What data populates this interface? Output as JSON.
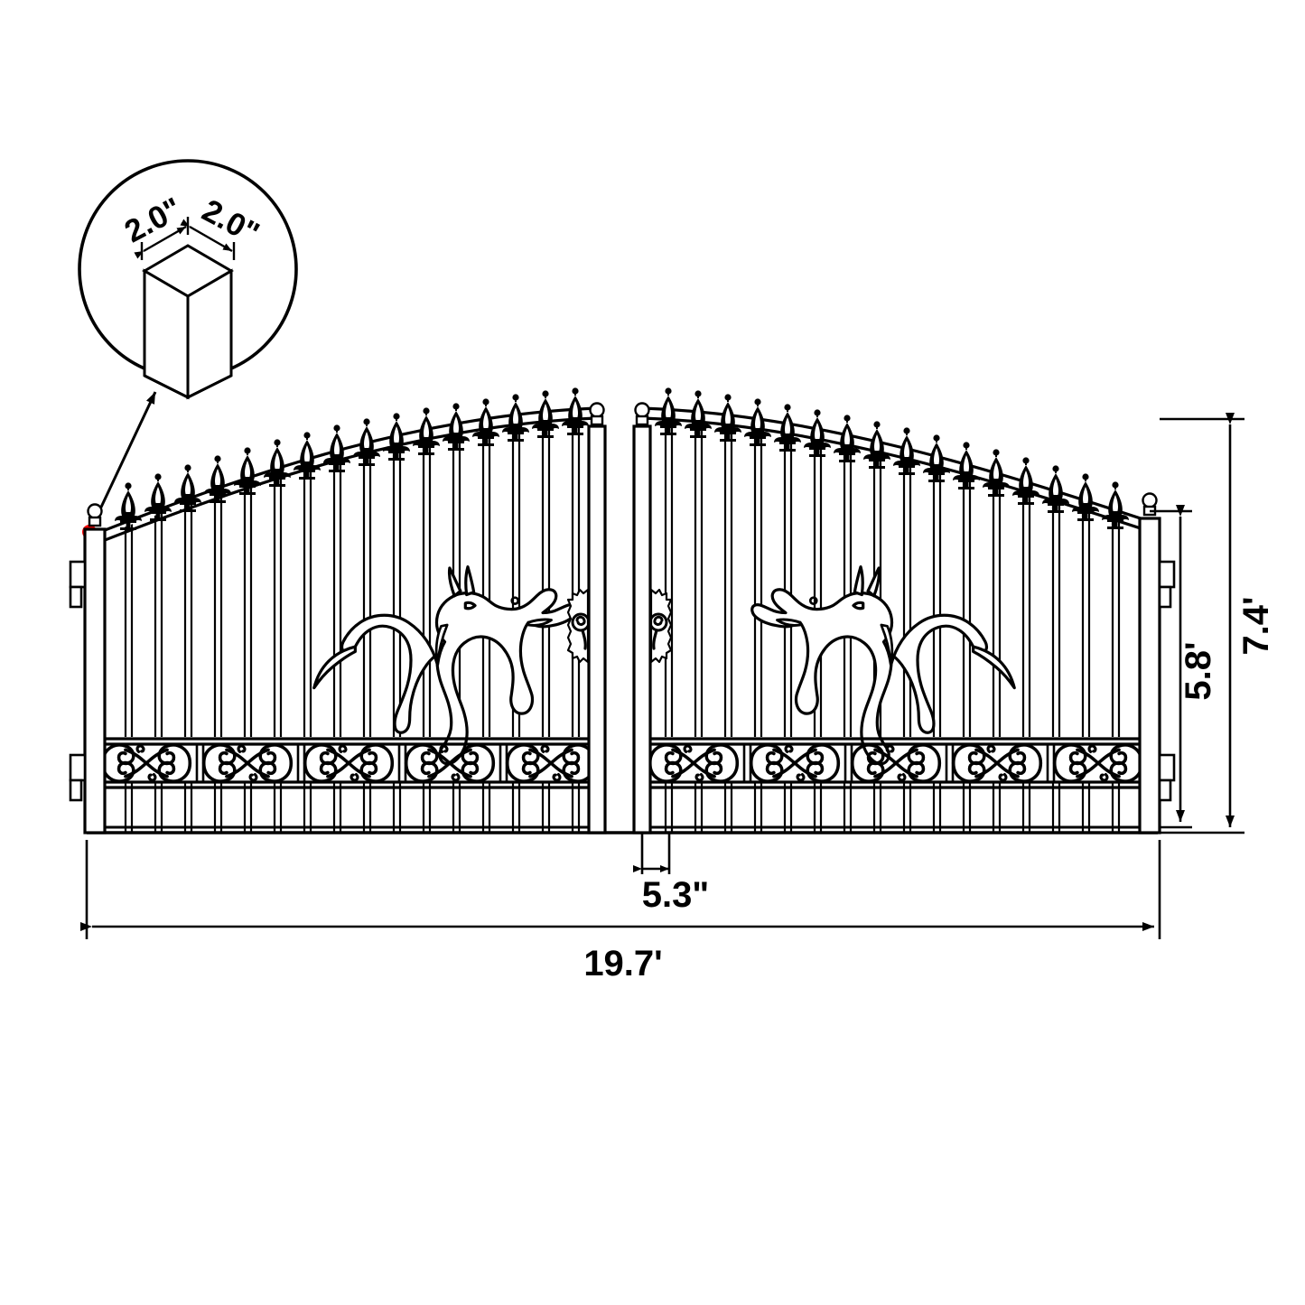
{
  "drawing": {
    "title": "Dual Swing Driveway Gate Dimension Drawing",
    "product": "wrought-iron-horse-motif-dual-swing-gate",
    "line_color": "#000000",
    "background_color": "#ffffff",
    "marker_color": "#ff0000"
  },
  "callout": {
    "name": "post-cross-section-detail",
    "shape": "circle",
    "labels": {
      "left_face": "2.0\"",
      "right_face": "2.0\""
    },
    "leader": {
      "from": "post-top-marker",
      "to": "callout-circle",
      "marker": "red-dot"
    }
  },
  "dimensions": {
    "overall_width": "19.7'",
    "overall_height": "7.4'",
    "post_height": "5.8'",
    "picket_spacing": "5.3\""
  },
  "gate": {
    "panels": [
      {
        "name": "left-leaf",
        "motif": "rearing-horse"
      },
      {
        "name": "right-leaf",
        "motif": "rearing-horse"
      }
    ],
    "finials": {
      "type": "spear-fleur-de-lis",
      "count": 34
    },
    "post_caps": {
      "type": "ball-finial",
      "count": 4
    },
    "hinges_per_side": 2,
    "lock": {
      "type": "decorative-escutcheon-keyhole",
      "count": 2
    },
    "scroll_band": {
      "type": "s-scroll",
      "panels": 10
    }
  }
}
